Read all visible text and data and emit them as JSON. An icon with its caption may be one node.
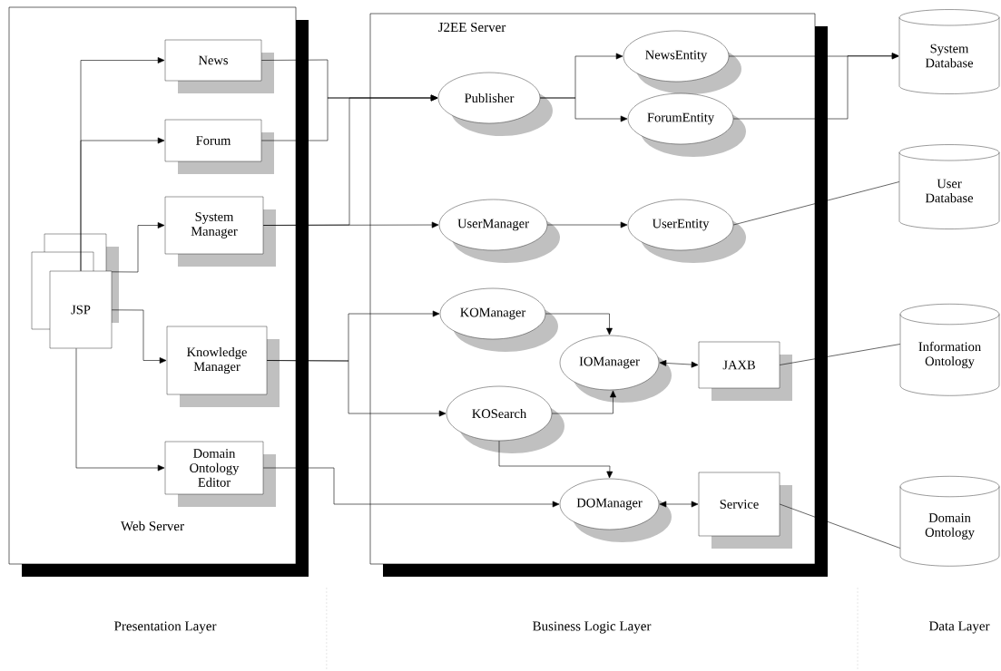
{
  "diagram": {
    "nodes": [
      {
        "text": [
          "Web Server"
        ]
      },
      {
        "text": [
          "JSP"
        ],
        "in": 0
      },
      {
        "text": [
          "News"
        ],
        "in": 0
      },
      {
        "text": [
          "Forum"
        ],
        "in": 0
      },
      {
        "text": [
          "System Manager"
        ],
        "in": 0
      },
      {
        "text": [
          "Knowledge Manager"
        ],
        "in": 0
      },
      {
        "text": [
          "Domain Ontology Editor"
        ],
        "in": 0
      },
      {
        "text": [
          "J2EE Server"
        ]
      },
      {
        "text": [
          "Publisher"
        ],
        "in": 7
      },
      {
        "text": [
          "NewsEntity"
        ],
        "in": 7
      },
      {
        "text": [
          "ForumEntity"
        ],
        "in": 7
      },
      {
        "text": [
          "UserManager"
        ],
        "in": 7
      },
      {
        "text": [
          "UserEntity"
        ],
        "in": 7
      },
      {
        "text": [
          "KOManager"
        ],
        "in": 7
      },
      {
        "text": [
          "IOManager"
        ],
        "in": 7
      },
      {
        "text": [
          "JAXB"
        ],
        "in": 7
      },
      {
        "text": [
          "KOSearch"
        ],
        "in": 7
      },
      {
        "text": [
          "DOManager"
        ],
        "in": 7
      },
      {
        "text": [
          "Service"
        ],
        "in": 7
      },
      {
        "text": [
          "System Database"
        ]
      },
      {
        "text": [
          "User Database"
        ]
      },
      {
        "text": [
          "Information Ontology"
        ]
      },
      {
        "text": [
          "Domain Ontology"
        ]
      }
    ],
    "edges": [
      {
        "from": 1,
        "to": 2,
        "arrow": "to"
      },
      {
        "from": 1,
        "to": 3,
        "arrow": "to"
      },
      {
        "from": 1,
        "to": 4,
        "arrow": "to"
      },
      {
        "from": 1,
        "to": 5,
        "arrow": "to"
      },
      {
        "from": 1,
        "to": 6,
        "arrow": "to"
      },
      {
        "from": 2,
        "to": 8,
        "arrow": "to"
      },
      {
        "from": 3,
        "to": 8,
        "arrow": "to"
      },
      {
        "from": 4,
        "to": 8,
        "arrow": "to"
      },
      {
        "from": 4,
        "to": 11,
        "arrow": "to"
      },
      {
        "from": 5,
        "to": 13,
        "arrow": "to"
      },
      {
        "from": 5,
        "to": 16,
        "arrow": "to"
      },
      {
        "from": 6,
        "to": 17,
        "arrow": "to"
      },
      {
        "from": 8,
        "to": 9,
        "arrow": "to"
      },
      {
        "from": 8,
        "to": 10,
        "arrow": "to"
      },
      {
        "from": 9,
        "to": 19,
        "arrow": "to"
      },
      {
        "from": 10,
        "to": 19,
        "arrow": "to"
      },
      {
        "from": 11,
        "to": 12,
        "arrow": "to"
      },
      {
        "from": 12,
        "to": 20,
        "arrow": "none"
      },
      {
        "from": 13,
        "to": 14,
        "arrow": "to"
      },
      {
        "from": 16,
        "to": 14,
        "arrow": "to"
      },
      {
        "from": 16,
        "to": 17,
        "arrow": "to"
      },
      {
        "from": 14,
        "to": 15,
        "arrow": "both"
      },
      {
        "from": 17,
        "to": 18,
        "arrow": "both"
      },
      {
        "from": 15,
        "to": 21,
        "arrow": "none"
      },
      {
        "from": 18,
        "to": 22,
        "arrow": "none"
      }
    ],
    "labels": [
      "Presentation Layer",
      "Business Logic Layer",
      "Data Layer"
    ]
  }
}
